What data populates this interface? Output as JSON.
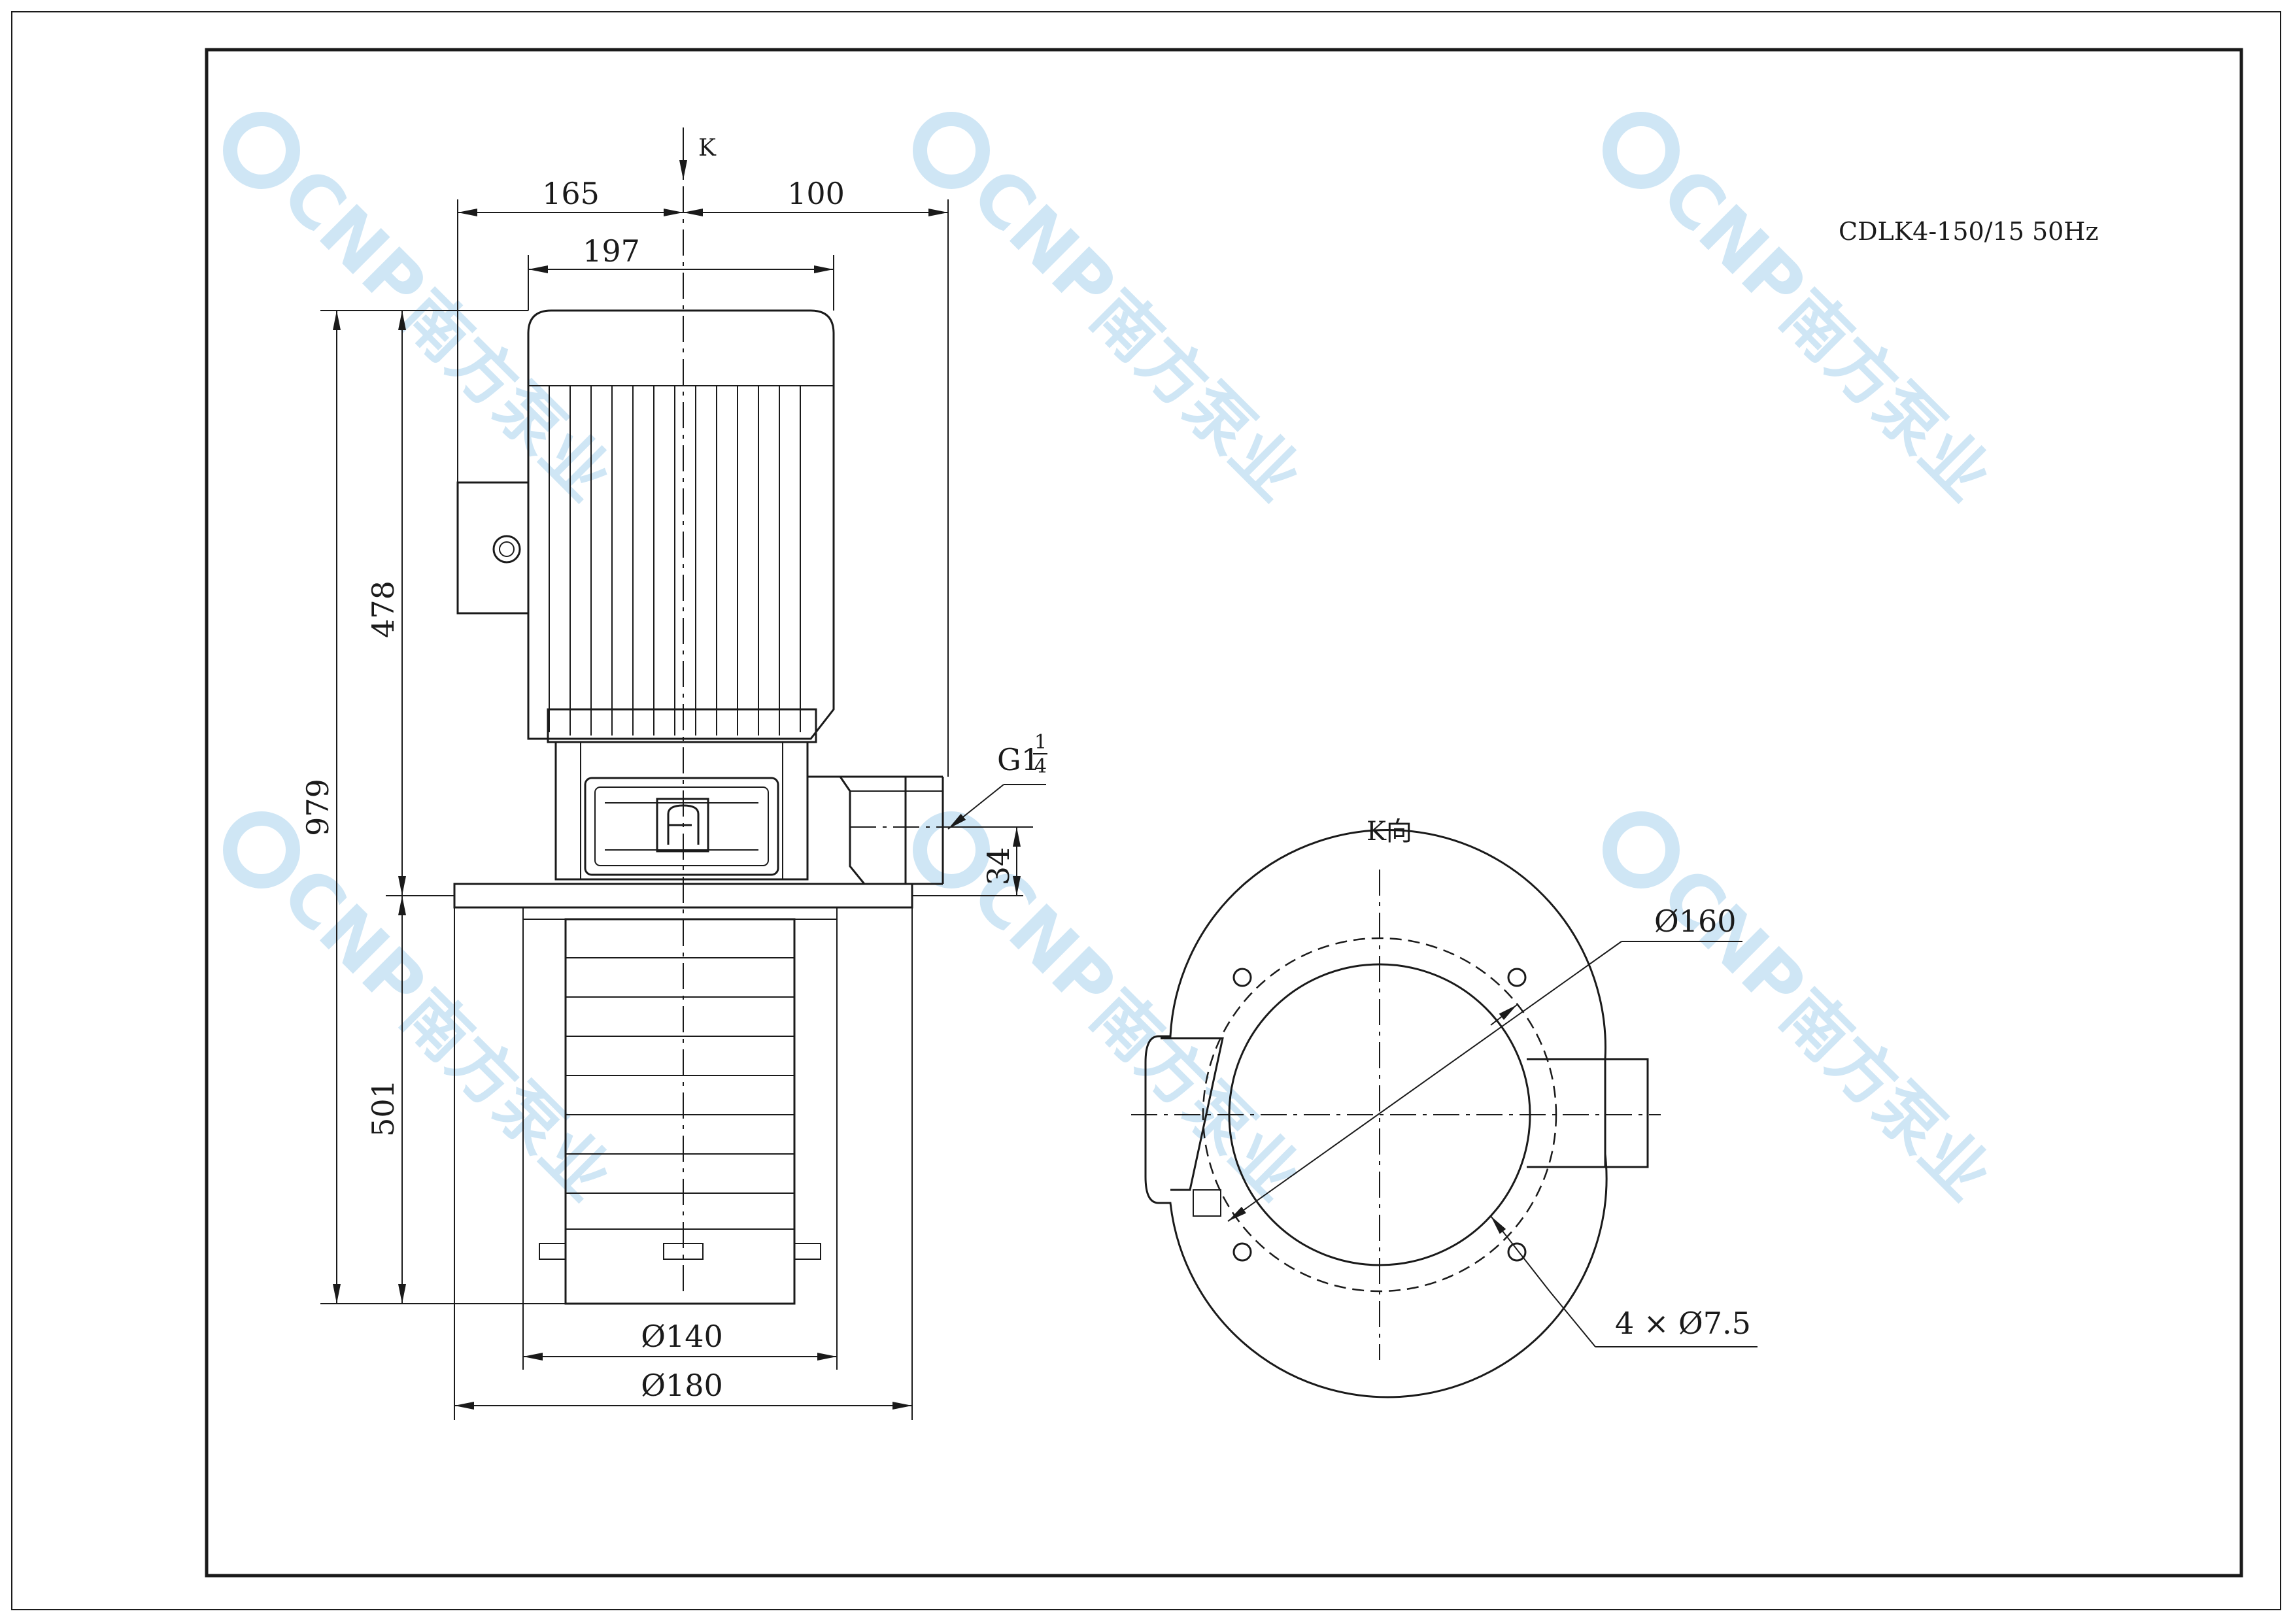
{
  "drawing": {
    "model": "CDLK4-150/15 50Hz",
    "view_arrow": "K",
    "view_title": "K向"
  },
  "dimensions": {
    "d165": "165",
    "d100": "100",
    "d197": "197",
    "d979": "979",
    "d478": "478",
    "d501": "501",
    "d34": "34",
    "thread_base": "G1",
    "thread_num": "1",
    "thread_den": "4",
    "dia140": "Ø140",
    "dia180": "Ø180",
    "dia160": "Ø160",
    "holes": "4 × Ø7.5"
  },
  "watermark": {
    "brand": "CNP",
    "cn_text": "南方泵业"
  },
  "colors": {
    "line": "#1a1a1a",
    "watermark": "#cfe6f5"
  }
}
